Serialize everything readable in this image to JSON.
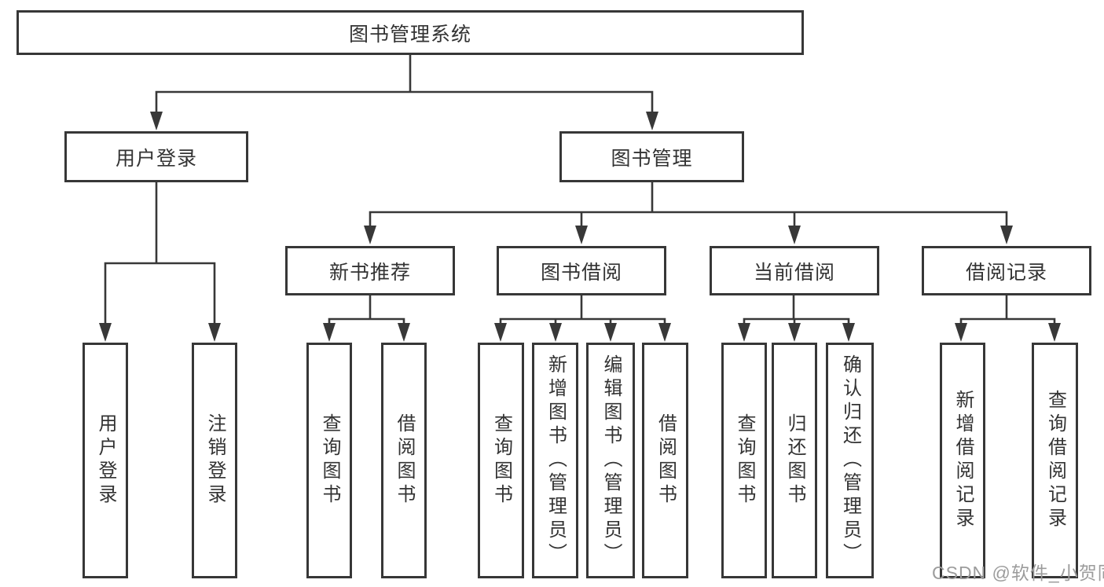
{
  "diagram": {
    "type": "hierarchy-tree",
    "title": "图书管理系统",
    "watermark": "CSDN @软件_小贺同学",
    "colors": {
      "line": "#383838",
      "box_border": "#373737",
      "box_fill": "#ffffff",
      "text": "#333333",
      "watermark": "#9c9c9c",
      "background": "#ffffff"
    },
    "nodes": [
      {
        "label": "图书管理系统",
        "parent": null,
        "level": 0
      },
      {
        "label": "用户登录",
        "parent": "图书管理系统",
        "level": 1
      },
      {
        "label": "图书管理",
        "parent": "图书管理系统",
        "level": 1
      },
      {
        "label": "新书推荐",
        "parent": "图书管理",
        "level": 2
      },
      {
        "label": "图书借阅",
        "parent": "图书管理",
        "level": 2
      },
      {
        "label": "当前借阅",
        "parent": "图书管理",
        "level": 2
      },
      {
        "label": "借阅记录",
        "parent": "图书管理",
        "level": 2
      },
      {
        "label": "用户登录",
        "parent": "用户登录",
        "level": 3,
        "orientation": "vertical"
      },
      {
        "label": "注销登录",
        "parent": "用户登录",
        "level": 3,
        "orientation": "vertical"
      },
      {
        "label": "查询图书",
        "parent": "新书推荐",
        "level": 3,
        "orientation": "vertical"
      },
      {
        "label": "借阅图书",
        "parent": "新书推荐",
        "level": 3,
        "orientation": "vertical"
      },
      {
        "label": "查询图书",
        "parent": "图书借阅",
        "level": 3,
        "orientation": "vertical"
      },
      {
        "label": "新增图书（管理员）",
        "parent": "图书借阅",
        "level": 3,
        "orientation": "vertical"
      },
      {
        "label": "编辑图书（管理员）",
        "parent": "图书借阅",
        "level": 3,
        "orientation": "vertical"
      },
      {
        "label": "借阅图书",
        "parent": "图书借阅",
        "level": 3,
        "orientation": "vertical"
      },
      {
        "label": "查询图书",
        "parent": "当前借阅",
        "level": 3,
        "orientation": "vertical"
      },
      {
        "label": "归还图书",
        "parent": "当前借阅",
        "level": 3,
        "orientation": "vertical"
      },
      {
        "label": "确认归还（管理员）",
        "parent": "当前借阅",
        "level": 3,
        "orientation": "vertical"
      },
      {
        "label": "新增借阅记录",
        "parent": "借阅记录",
        "level": 3,
        "orientation": "vertical"
      },
      {
        "label": "查询借阅记录",
        "parent": "借阅记录",
        "level": 3,
        "orientation": "vertical"
      }
    ]
  }
}
